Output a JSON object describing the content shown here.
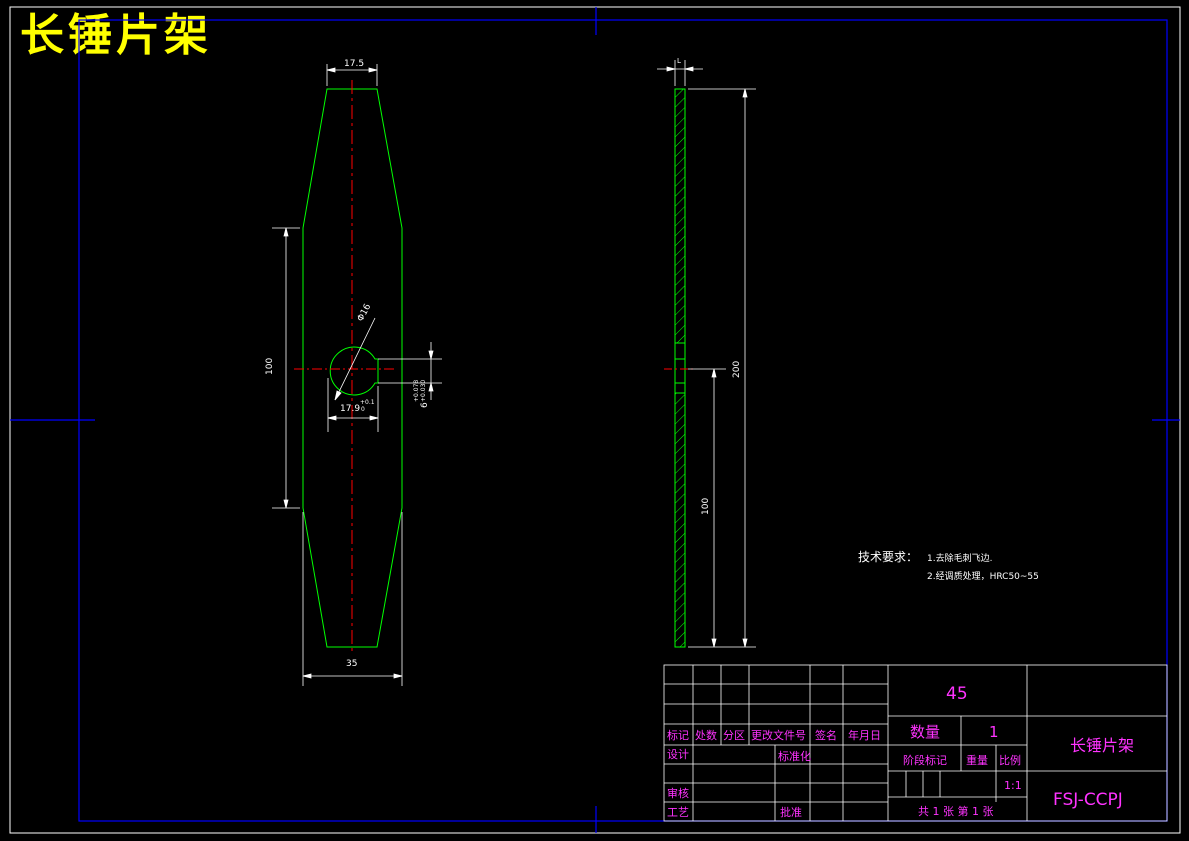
{
  "title": "长锤片架",
  "dimensions": {
    "top_width": "17.5",
    "bottom_width": "35",
    "hole_diameter": "Φ16",
    "middle_length": "100",
    "key_width": "17.9",
    "key_tol": "+0.1",
    "key_tol_low": "0",
    "slot_width": "6",
    "slot_tol": "+0.078",
    "slot_tol_low": "+0.030",
    "thickness": "L",
    "total_length": "200",
    "half_length": "100"
  },
  "tech_requirements": {
    "heading": "技术要求：",
    "items": [
      "1.去除毛刺飞边.",
      "2.经调质处理，HRC50~55"
    ]
  },
  "title_block": {
    "material": "45",
    "quantity_label": "数量",
    "quantity": "1",
    "part_name": "长锤片架",
    "drawing_code": "FSJ-CCPJ",
    "headers": [
      "标记",
      "处数",
      "分区",
      "更改文件号",
      "签名",
      "年月日"
    ],
    "design": "设计",
    "standardization": "标准化",
    "stage_mark": "阶段标记",
    "weight": "重量",
    "scale_label": "比例",
    "scale": "1:1",
    "review": "审核",
    "process": "工艺",
    "approve": "批准",
    "sheets": "共 1 张  第 1 张"
  },
  "colors": {
    "outline": "#00ff00",
    "centerline": "#ff0000",
    "frame": "#0000ff",
    "annotation": "#ff33ff",
    "title": "#ffff00"
  }
}
